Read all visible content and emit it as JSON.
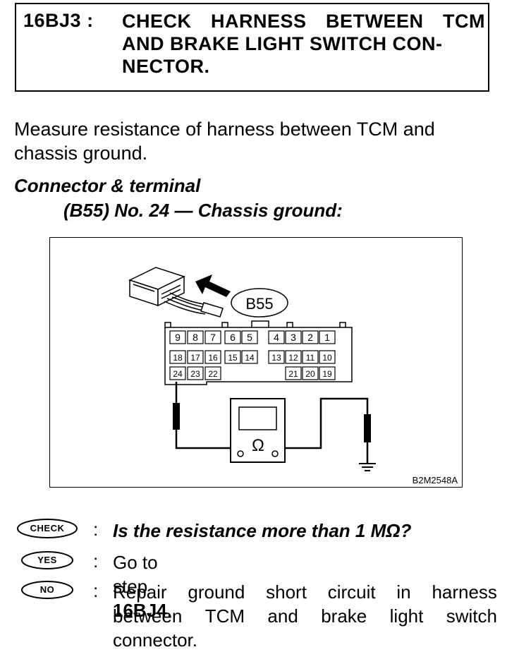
{
  "header": {
    "step_id": "16BJ3 :",
    "title_lines": [
      "CHECK HARNESS BETWEEN TCM",
      "AND BRAKE LIGHT SWITCH CON-",
      "NECTOR."
    ]
  },
  "instruction": {
    "lines": [
      "Measure resistance of harness between TCM and",
      "chassis ground."
    ]
  },
  "connector_terminal": {
    "heading": "Connector & terminal",
    "detail": "(B55) No. 24 — Chassis ground:"
  },
  "figure": {
    "connector_label": "B55",
    "figure_code": "B2M2548A",
    "meter_symbol": "Ω",
    "terminals_row1": [
      "9",
      "8",
      "7",
      "6",
      "5",
      "4",
      "3",
      "2",
      "1"
    ],
    "terminals_row2": [
      "18",
      "17",
      "16",
      "15",
      "14",
      "13",
      "12",
      "11",
      "10"
    ],
    "terminals_row3": [
      "24",
      "23",
      "22",
      "21",
      "20",
      "19"
    ]
  },
  "qa": {
    "check_badge": "CHECK",
    "yes_badge": "YES",
    "no_badge": "NO",
    "colon": ":",
    "question": "Is the resistance more than 1 MΩ?",
    "yes_prefix": "Go to step ",
    "yes_step": "16BJ4",
    "yes_suffix": ".",
    "no_lines": [
      "Repair ground short circuit in harness",
      "between TCM and brake light switch",
      "connector."
    ]
  }
}
